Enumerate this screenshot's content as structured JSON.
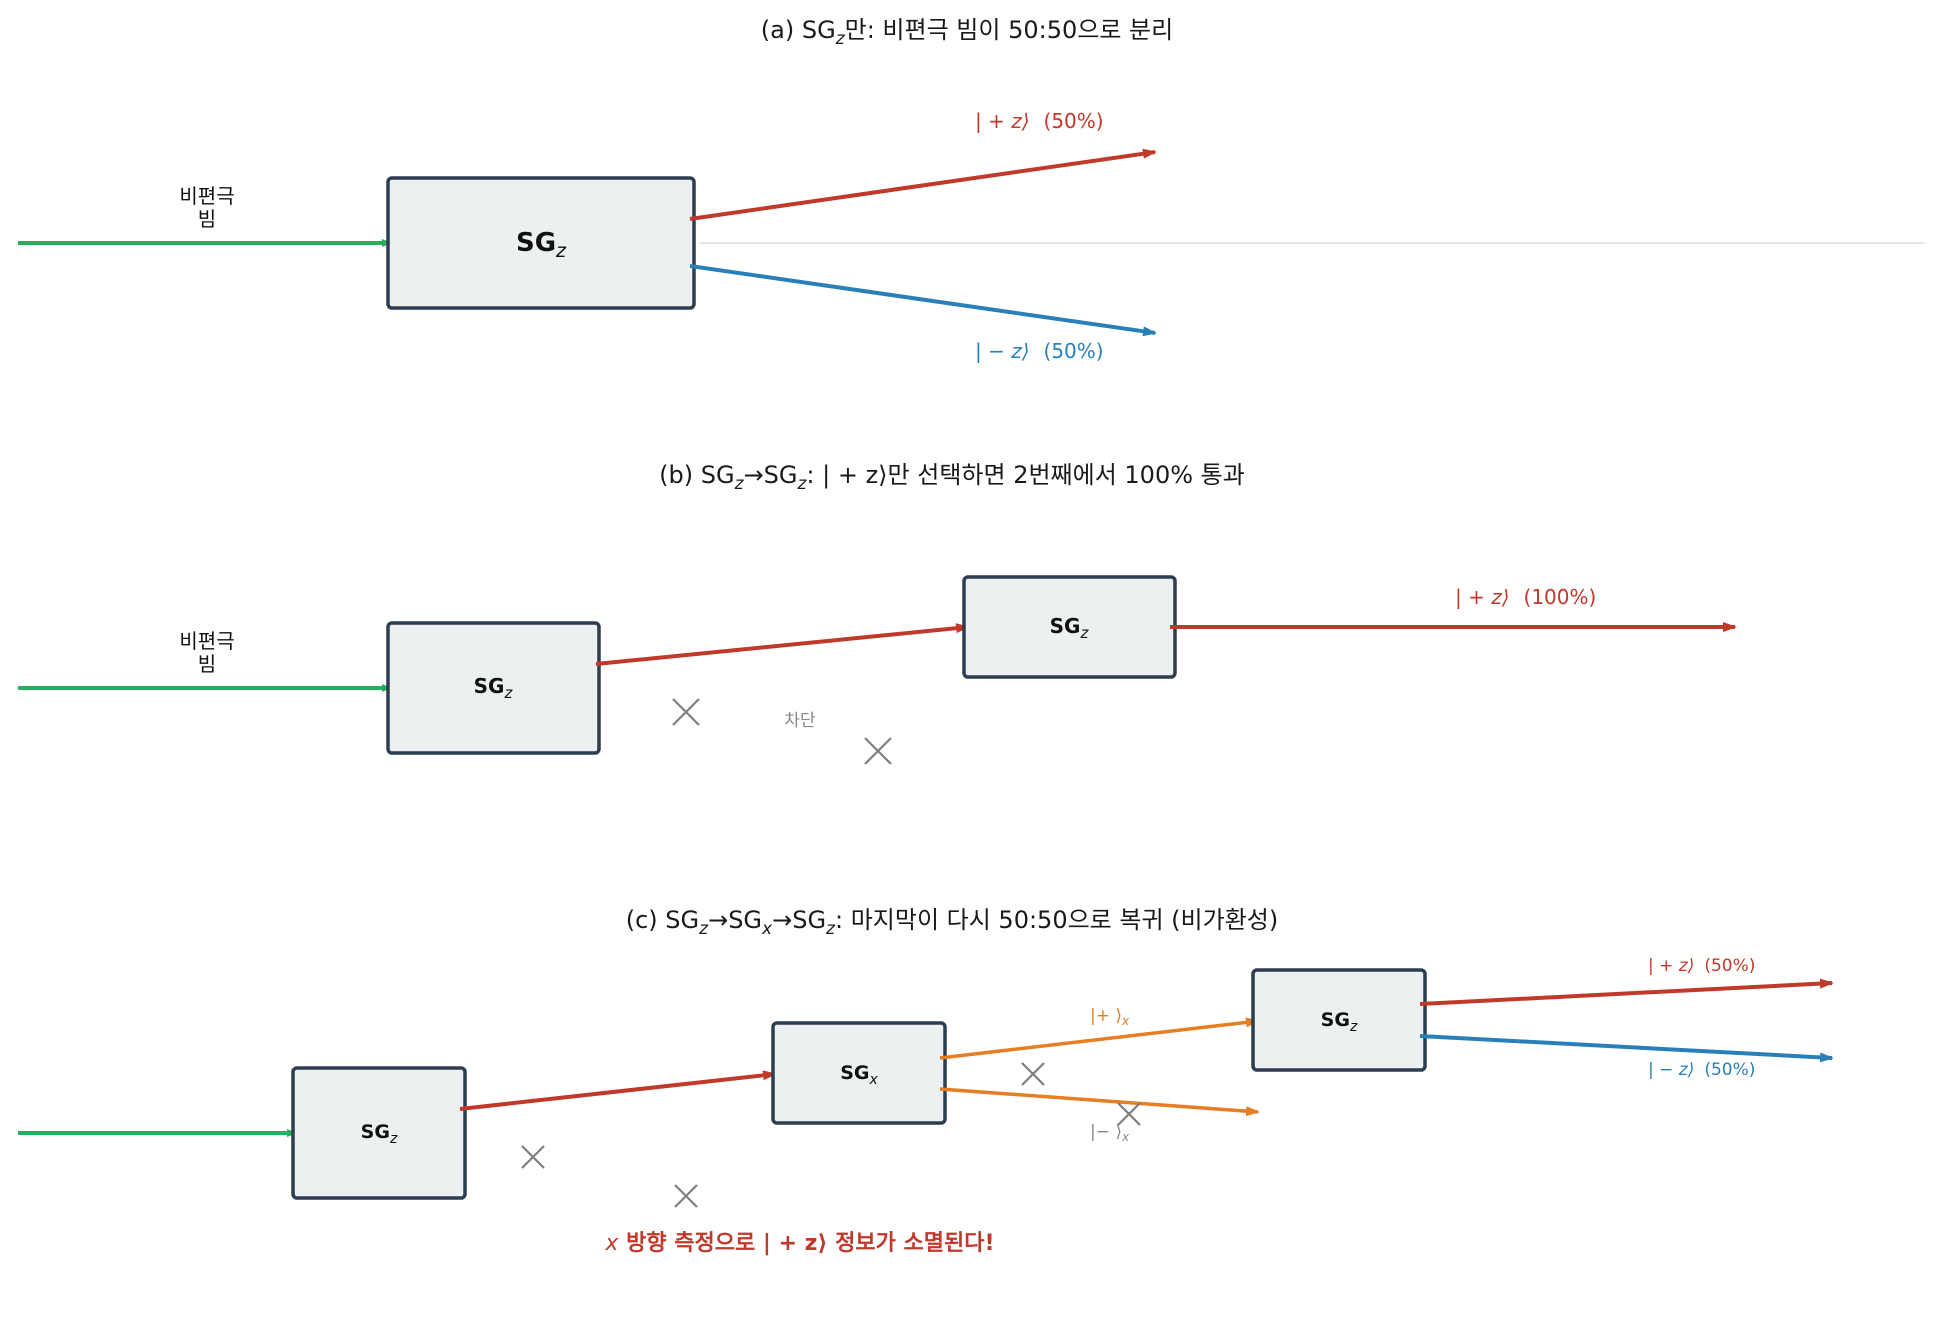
{
  "panel_a": {
    "title_prefix": "(a) SG",
    "title_sub": "z",
    "title_suffix": "만: 비편극 빔이 50:50으로 분리",
    "input_label_line1": "비편극",
    "input_label_line2": "빔",
    "box_label": "SG",
    "box_sub": "z",
    "up_state": "| + z⟩",
    "up_pct": "(50%)",
    "down_state": "| − z⟩",
    "down_pct": "(50%)"
  },
  "panel_b": {
    "title_prefix": "(b) SG",
    "title_sub1": "z",
    "title_mid": "→SG",
    "title_sub2": "z",
    "title_suffix": ": | + z⟩만 선택하면 2번째에서 100% 통과",
    "input_label_line1": "비편극",
    "input_label_line2": "빔",
    "box1_label": "SG",
    "box1_sub": "z",
    "box2_label": "SG",
    "box2_sub": "z",
    "blocked_label": "차단",
    "out_state": "| + z⟩",
    "out_pct": "(100%)"
  },
  "panel_c": {
    "title_prefix": "(c) SG",
    "title_sub1": "z",
    "title_mid1": "→SG",
    "title_sub2": "x",
    "title_mid2": "→SG",
    "title_sub3": "z",
    "title_suffix": ": 마지막이 다시 50:50으로 복귀 (비가환성)",
    "box1_label": "SG",
    "box1_sub": "z",
    "box2_label": "SG",
    "box2_sub": "x",
    "box3_label": "SG",
    "box3_sub": "z",
    "plus_x": "|+ ⟩",
    "plus_x_sub": "x",
    "minus_x": "|− ⟩",
    "minus_x_sub": "x",
    "up_state": "| + z⟩",
    "up_pct": "(50%)",
    "down_state": "| − z⟩",
    "down_pct": "(50%)",
    "warning_var": "x",
    "warning_text": " 방향 측정으로 | + z⟩ 정보가 소멸된다!"
  },
  "colors": {
    "input_beam": "#27ae60",
    "plus_z": "#c0392b",
    "minus_z": "#2980b9",
    "x_beams": "#e67e22",
    "box_fill": "#ecf0f1",
    "box_stroke": "#2c3e50",
    "blocked": "#7f7f7f"
  }
}
